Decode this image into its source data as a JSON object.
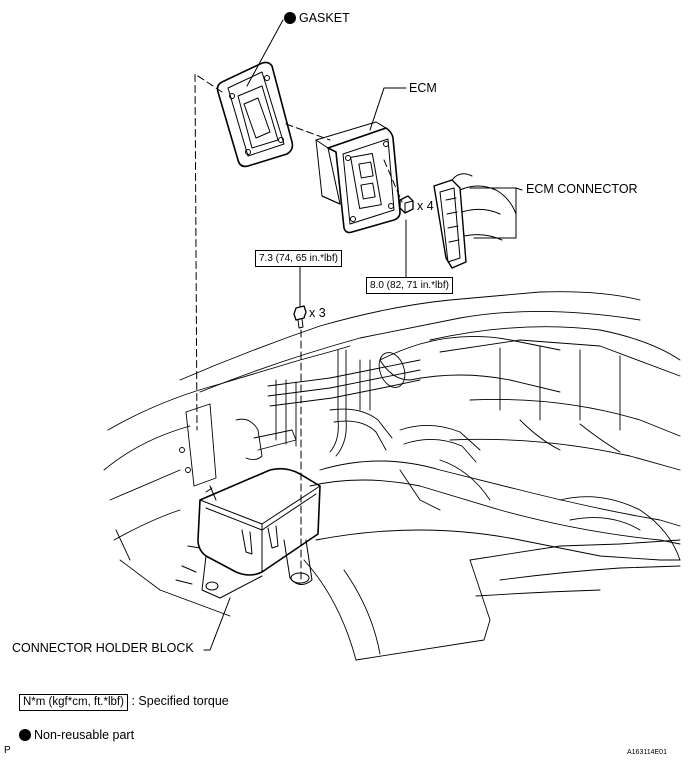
{
  "labels": {
    "gasket": "GASKET",
    "ecm": "ECM",
    "ecm_connector": "ECM CONNECTOR",
    "connector_holder_block": "CONNECTOR HOLDER BLOCK",
    "bolt_count_ecm": "x 4",
    "bolt_count_holder": "x 3"
  },
  "torque": {
    "holder_bolt": "7.3 (74, 65 in.*lbf)",
    "ecm_bolt": "8.0 (82, 71 in.*lbf)"
  },
  "legend": {
    "torque_box": "N*m (kgf*cm, ft.*lbf)",
    "torque_text": ": Specified torque",
    "non_reusable_text": "Non-reusable part"
  },
  "footer": {
    "left_mark": "P",
    "figure_id": "A163114E01"
  }
}
